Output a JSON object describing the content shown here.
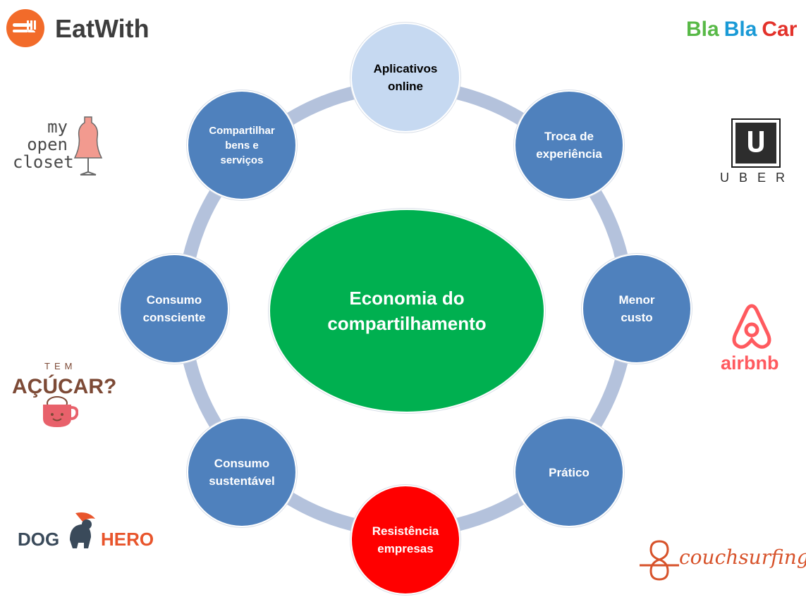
{
  "center": {
    "label": "Economia do\ncompartilhamento",
    "color": "#00b050"
  },
  "nodes": [
    {
      "id": "aplicativos-online",
      "label": "Aplicativos\nonline",
      "color": "#c6d9f1",
      "text_color": "#000000"
    },
    {
      "id": "troca-de-experiencia",
      "label": "Troca de\nexperiência",
      "color": "#4f81bd",
      "text_color": "#ffffff"
    },
    {
      "id": "menor-custo",
      "label": "Menor\ncusto",
      "color": "#4f81bd",
      "text_color": "#ffffff"
    },
    {
      "id": "pratico",
      "label": "Prático",
      "color": "#4f81bd",
      "text_color": "#ffffff"
    },
    {
      "id": "resistencia-empresas",
      "label": "Resistência\nempresas",
      "color": "#ff0000",
      "text_color": "#ffffff"
    },
    {
      "id": "consumo-sustentavel",
      "label": "Consumo\nsustentável",
      "color": "#4f81bd",
      "text_color": "#ffffff"
    },
    {
      "id": "consumo-consciente",
      "label": "Consumo\nconsciente",
      "color": "#4f81bd",
      "text_color": "#ffffff"
    },
    {
      "id": "compartilhar-bens",
      "label": "Compartilhar\nbens e\nserviços",
      "color": "#4f81bd",
      "text_color": "#ffffff"
    }
  ],
  "ring_color": "#b4c2dc",
  "logos": {
    "eatwith": "EatWith",
    "blablacar": [
      "Bla",
      "Bla",
      "Car"
    ],
    "myopencloset": [
      "my",
      "open",
      "closet"
    ],
    "uber": "UBER",
    "temacucar_top": "TEM",
    "temacucar_main": "AÇÚCAR?",
    "airbnb": "airbnb",
    "doghero_left": "DOG",
    "doghero_right": "HERO",
    "couchsurfing": "couchsurfing"
  },
  "brand_colors": {
    "eatwith": "#f26b2a",
    "bla1": "#58b947",
    "bla2": "#1a9ad6",
    "car": "#e3322b",
    "airbnb": "#ff5a5f",
    "doghero_dog": "#3a4a5a",
    "doghero_hero": "#e8552c",
    "couchsurfing": "#d7522a",
    "temacucar": "#7d4a36"
  }
}
